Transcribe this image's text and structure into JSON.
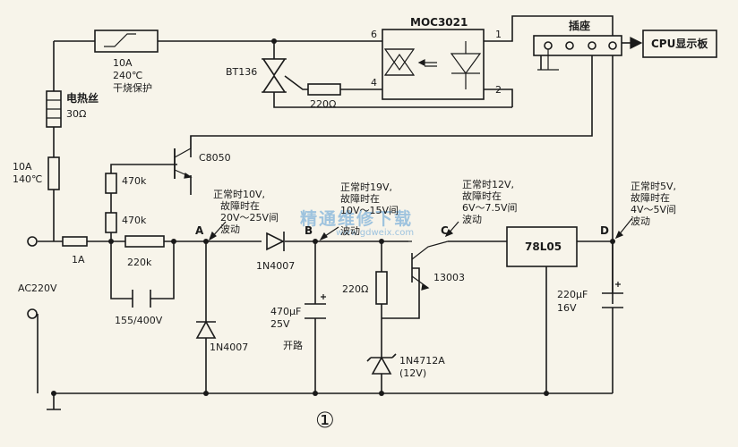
{
  "labels": {
    "heater": "电热丝",
    "heater_value": "30Ω",
    "thermal_fuse_current": "10A",
    "thermal_fuse_temp": "240℃",
    "thermal_fuse_desc": "干烧保护",
    "fuse2_current": "10A",
    "fuse2_temp": "140℃",
    "triac": "BT136",
    "opto": "MOC3021",
    "opto_pin_6": "6",
    "opto_pin_4": "4",
    "opto_pin_1": "1",
    "opto_pin_2": "2",
    "gate_resistor": "220Ω",
    "socket": "插座",
    "cpu_board": "CPU显示板",
    "transistor_1": "C8050",
    "r_470k_1": "470k",
    "r_470k_2": "470k",
    "fuse_1a": "1A",
    "r_220k": "220k",
    "cap_155": "155/400V",
    "ac_input": "AC220V",
    "node_a": "A",
    "node_b": "B",
    "node_c": "C",
    "node_d": "D",
    "diode_1": "1N4007",
    "diode_2": "1N4007",
    "cap_470_value": "470μF",
    "cap_470_voltage": "25V",
    "cap_470_fault": "开路",
    "r_220": "220Ω",
    "zener": "1N4712A",
    "zener_voltage": "(12V)",
    "transistor_2": "13003",
    "regulator": "78L05",
    "cap_220_value": "220μF",
    "cap_220_voltage": "16V",
    "figure_number": "①"
  },
  "annotations": {
    "a": [
      "正常时10V,",
      "故障时在",
      "20V～25V间",
      "波动"
    ],
    "b": [
      "正常时19V,",
      "故障时在",
      "10V～15V间",
      "波动"
    ],
    "c": [
      "正常时12V,",
      "故障时在",
      "6V～7.5V间",
      "波动"
    ],
    "d": [
      "正常时5V,",
      "故障时在",
      "4V～5V间",
      "波动"
    ]
  },
  "watermark": {
    "text": "精通维修下载",
    "url": "www.gdweix.com"
  }
}
